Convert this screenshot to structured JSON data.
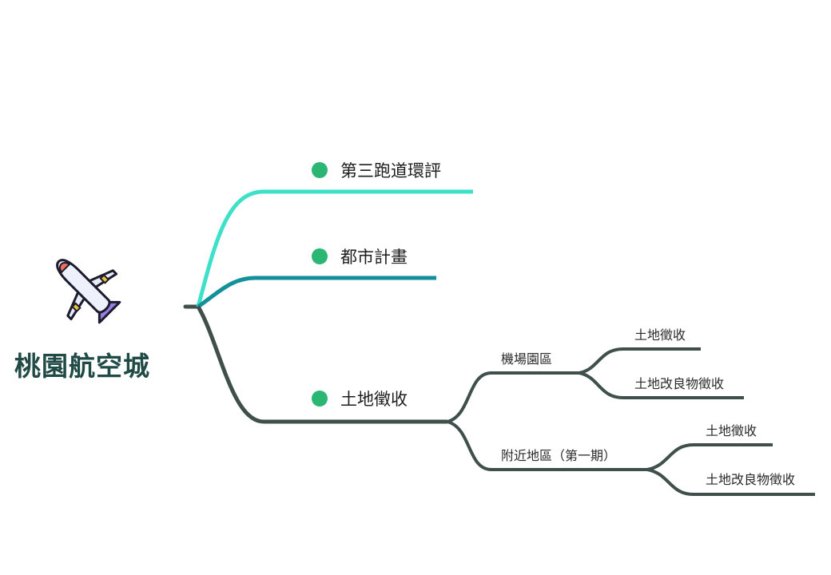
{
  "root": {
    "title": "桃園航空城",
    "icon": "airplane-icon"
  },
  "branches": [
    {
      "label": "第三跑道環評",
      "color": "#3ee0c9"
    },
    {
      "label": "都市計畫",
      "color": "#14909a"
    },
    {
      "label": "土地徵收",
      "color": "#3f4f4b",
      "children": [
        {
          "label": "機場園區",
          "children": [
            "土地徵收",
            "土地改良物徵收"
          ]
        },
        {
          "label": "附近地區（第一期）",
          "children": [
            "土地徵收",
            "土地改良物徵收"
          ]
        }
      ]
    }
  ],
  "colors": {
    "marker": "#2bb673",
    "root_text": "#1f4a45"
  }
}
